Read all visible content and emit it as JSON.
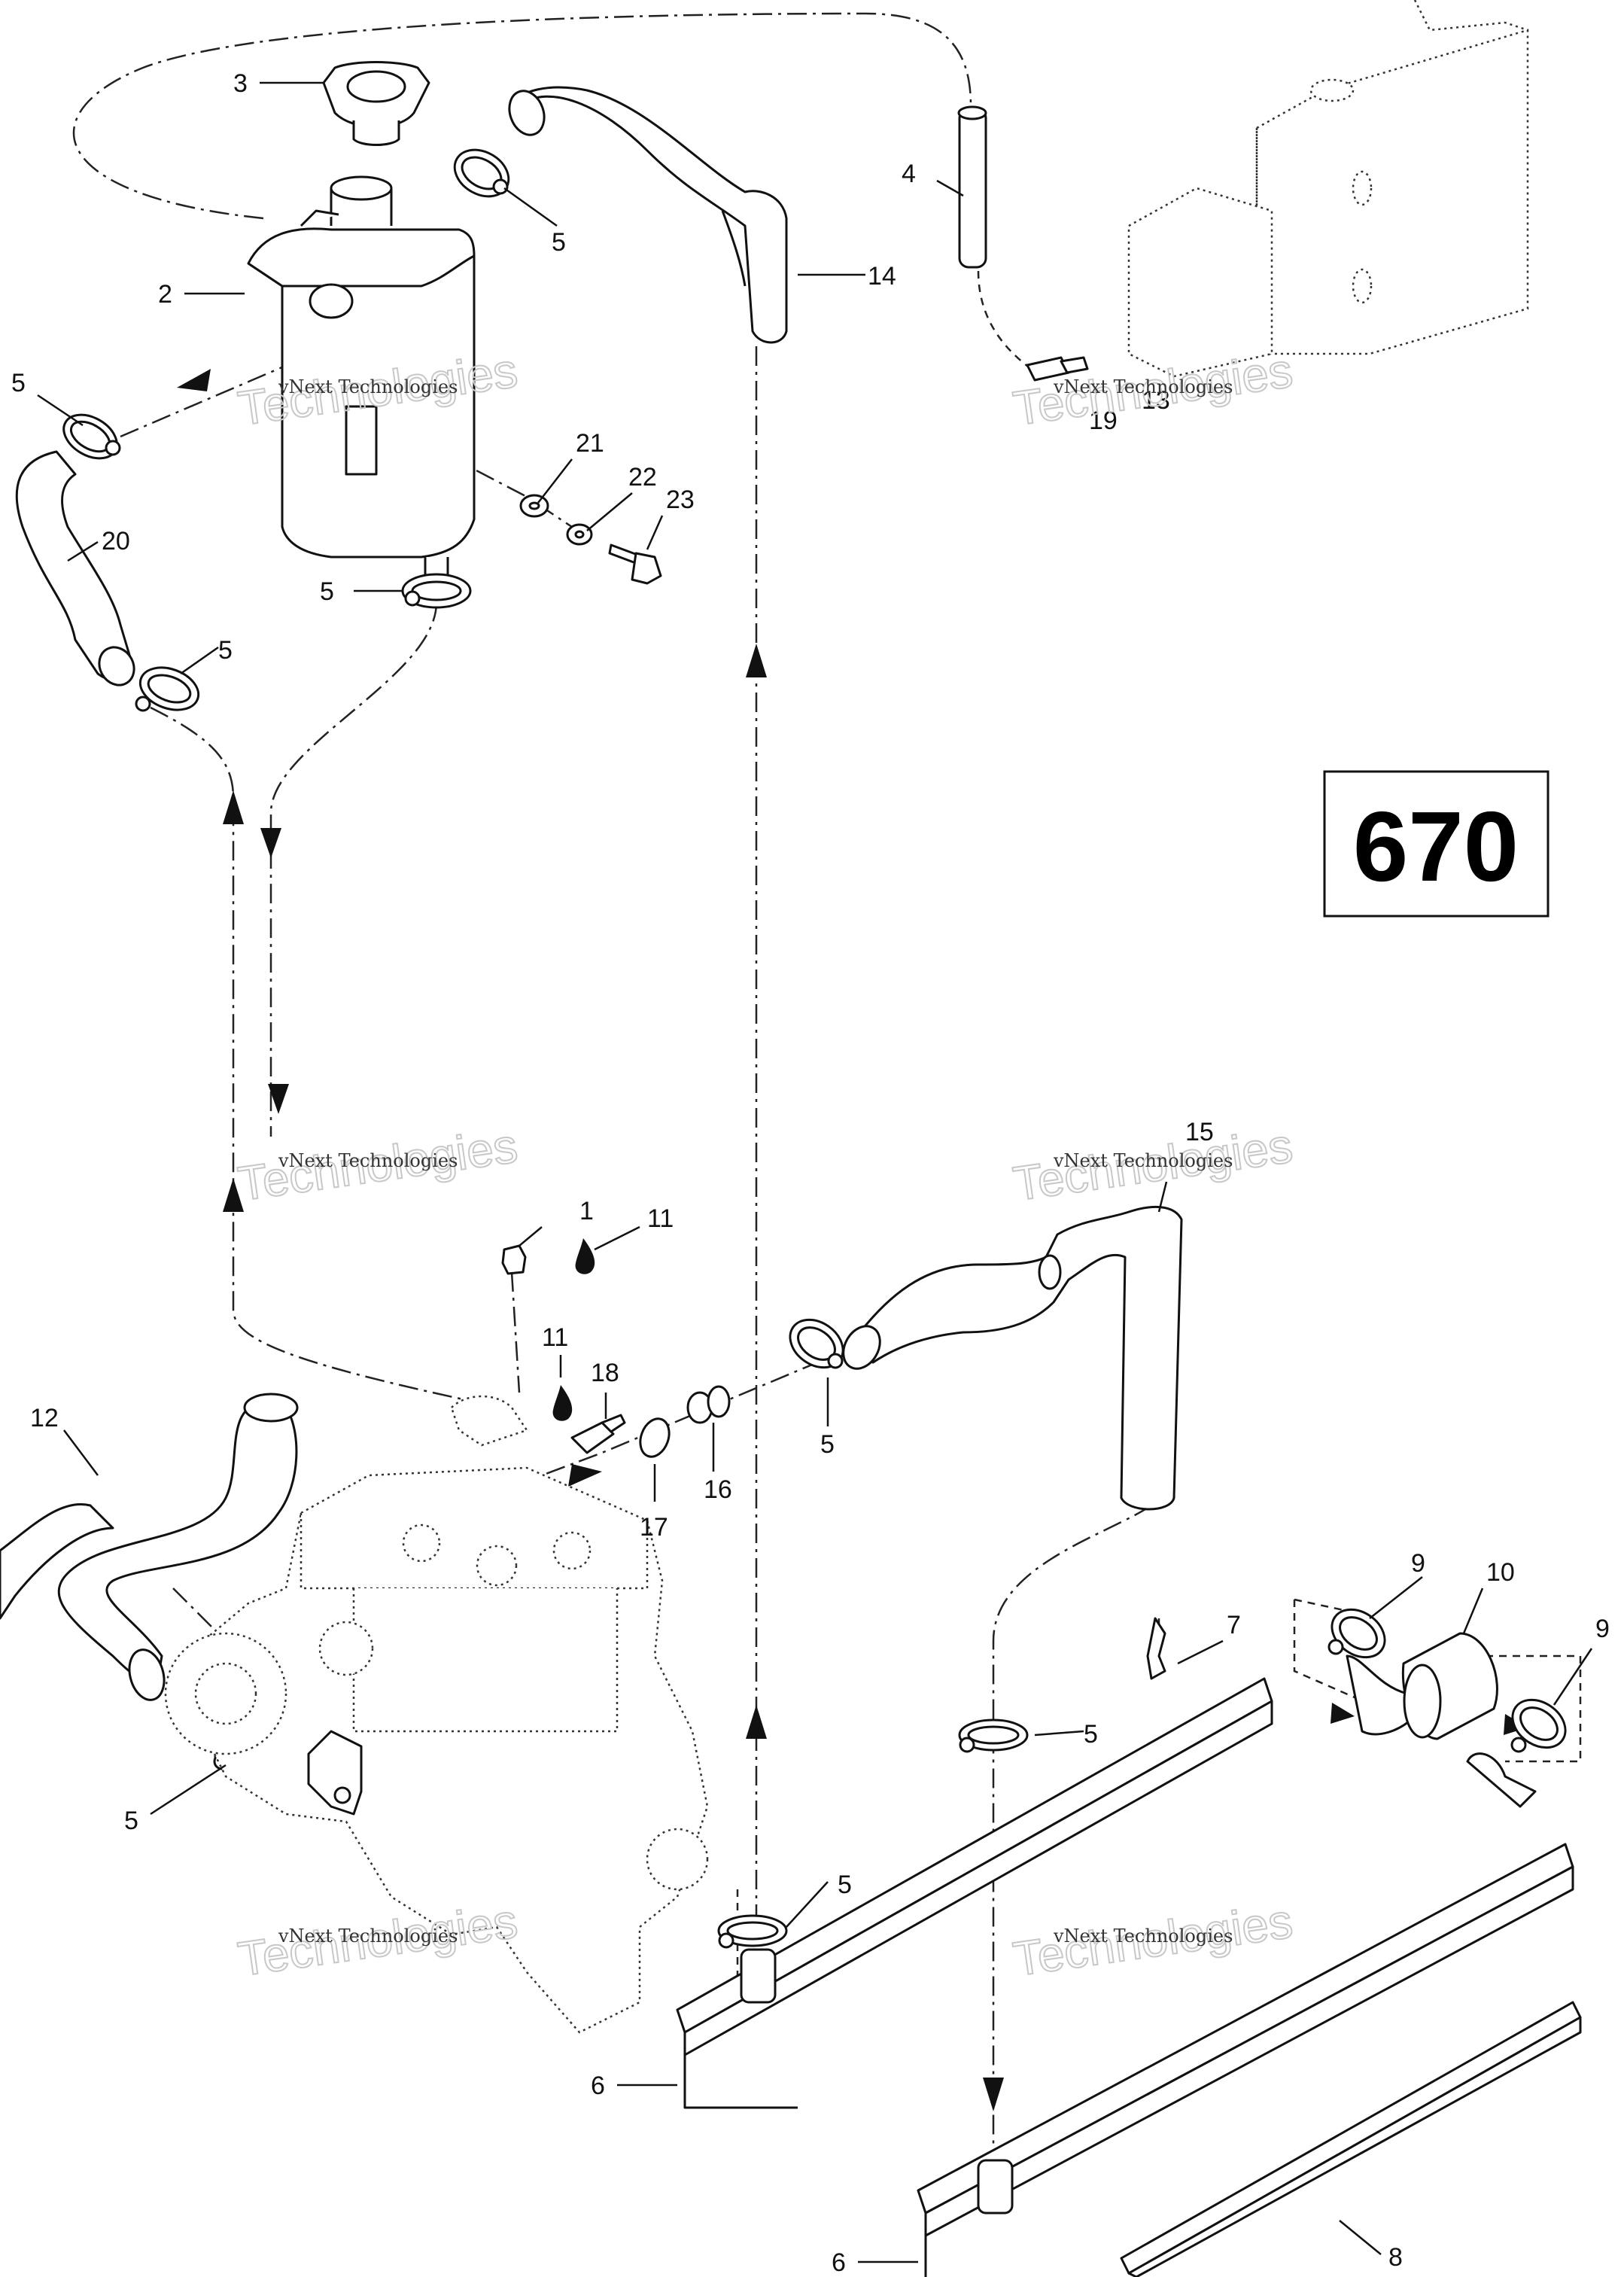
{
  "page_number": "670",
  "callouts": {
    "c1": "1",
    "c2": "2",
    "c3": "3",
    "c4": "4",
    "c5": "5",
    "c6": "6",
    "c7": "7",
    "c8": "8",
    "c9": "9",
    "c10": "10",
    "c11": "11",
    "c12": "12",
    "c13": "13",
    "c14": "14",
    "c15": "15",
    "c16": "16",
    "c17": "17",
    "c18": "18",
    "c19": "19",
    "c20": "20",
    "c21": "21",
    "c22": "22",
    "c23": "23"
  },
  "watermark": {
    "line1": "vNext Technologies",
    "line2": "Technologies"
  }
}
